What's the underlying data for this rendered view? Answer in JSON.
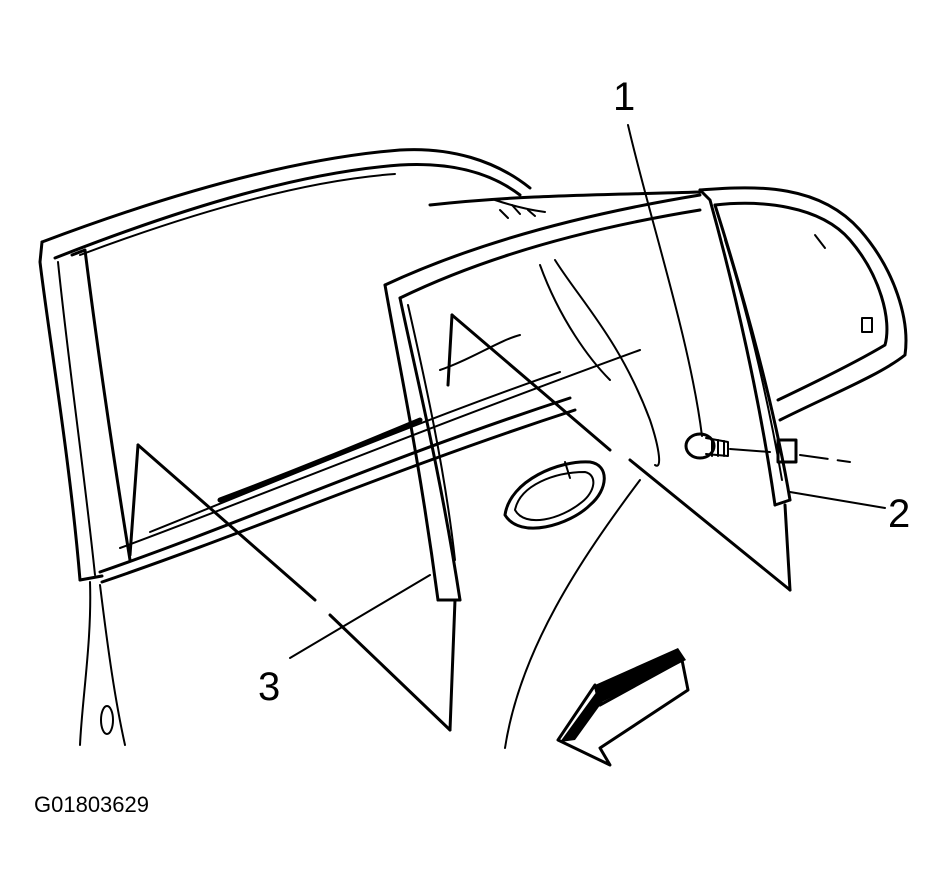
{
  "diagram": {
    "figure_id": "G01803629",
    "callouts": [
      {
        "label": "1"
      },
      {
        "label": "2"
      },
      {
        "label": "3"
      }
    ],
    "colors": {
      "ink": "#000000",
      "paper": "#ffffff"
    }
  }
}
